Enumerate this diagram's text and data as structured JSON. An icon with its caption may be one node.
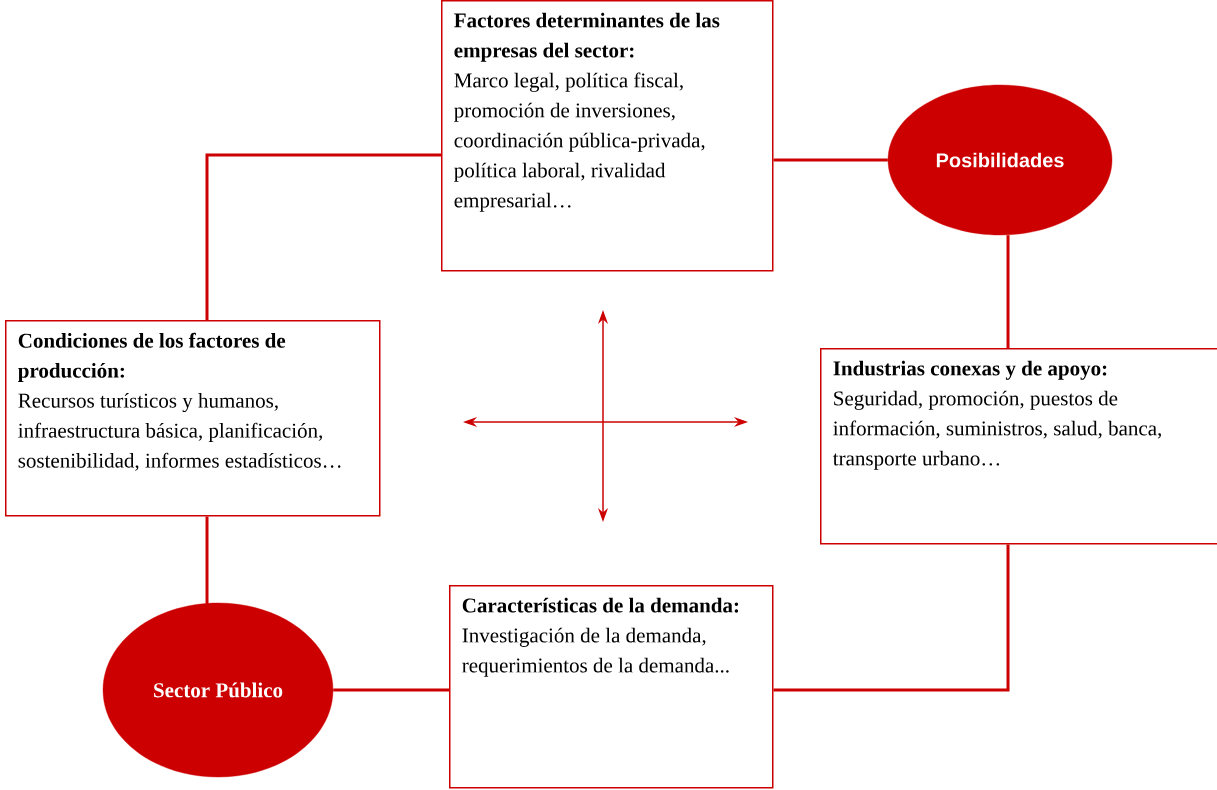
{
  "diagram": {
    "nodes": [
      {
        "text": [
          "Factores determinantes de las empresas del sector:",
          "Marco legal, política fiscal, promoción de inversiones, coordinación pública-privada, política laboral, rivalidad empresarial…"
        ]
      },
      {
        "text": [
          "Posibilidades"
        ]
      },
      {
        "text": [
          "Condiciones de los factores de producción:",
          "Recursos turísticos y humanos, infraestructura básica, planificación, sostenibilidad, informes estadísticos…"
        ]
      },
      {
        "text": [
          "Industrias conexas y de apoyo:",
          "Seguridad, promoción, puestos de información, suministros, salud, banca, transporte urbano…"
        ]
      },
      {
        "text": [
          "Sector Público"
        ]
      },
      {
        "text": [
          "Características de la demanda:",
          "Investigación de la demanda, requerimientos de la demanda..."
        ]
      }
    ],
    "edges": [
      {
        "from": 2,
        "to": 0,
        "arrow": "none"
      },
      {
        "from": 0,
        "to": 1,
        "arrow": "none"
      },
      {
        "from": 1,
        "to": 3,
        "arrow": "none"
      },
      {
        "from": 3,
        "to": 5,
        "arrow": "none"
      },
      {
        "from": 5,
        "to": 4,
        "arrow": "none"
      },
      {
        "from": 4,
        "to": 2,
        "arrow": "none"
      }
    ]
  }
}
